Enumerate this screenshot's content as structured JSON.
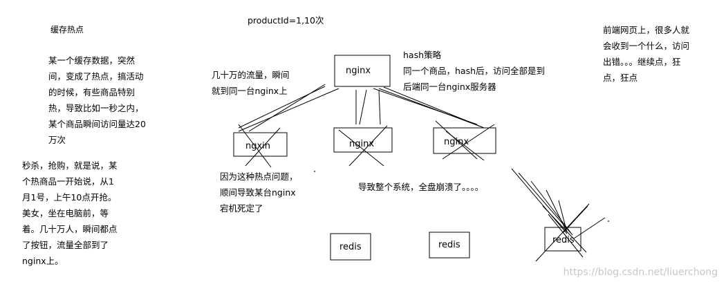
{
  "notes": {
    "cache_title": "缓存热点",
    "cache_desc": "某一个缓存数据，突然\n间，变成了热点，搞活动\n的时候，有些商品特别\n热，导致比如一秒之内，\n某个商品瞬间访问量达20\n万次",
    "flash_sale": "秒杀，抢购，就是说，某\n个热商品一开始说，从1\n月1号，上午10点开抢。\n美女，坐在电脑前，等\n着。几十万人，瞬间都点\n了按钮，流量全部到了\nnginx上。",
    "product_id": "productId=1,10次",
    "traffic": "几十万的流量，瞬间\n就到同一台nginx上",
    "hash_strategy": "hash策略\n同一个商品，hash后，访问全部是到\n后端同一台nginx服务器",
    "frontend": "前端网页上，很多人就\n会收到一个什么，访问\n出错。。。继续点，狂\n点，狂点",
    "hotspot_issue": "因为这种热点问题，\n顺间导致某台nginx\n宕机死定了",
    "system_crash": "导致整个系统，全盘崩溃了。。。。"
  },
  "nodes": {
    "top_nginx": "nginx",
    "nginx_1": "ngxin",
    "nginx_2": "nginx",
    "nginx_3": "nginx",
    "redis_1": "redis",
    "redis_2": "redis",
    "redis_3": "redis"
  },
  "watermark": "https://blog.csdn.net/liuerchong",
  "colors": {
    "line": "#000000",
    "watermark": "#c7c7c7"
  }
}
